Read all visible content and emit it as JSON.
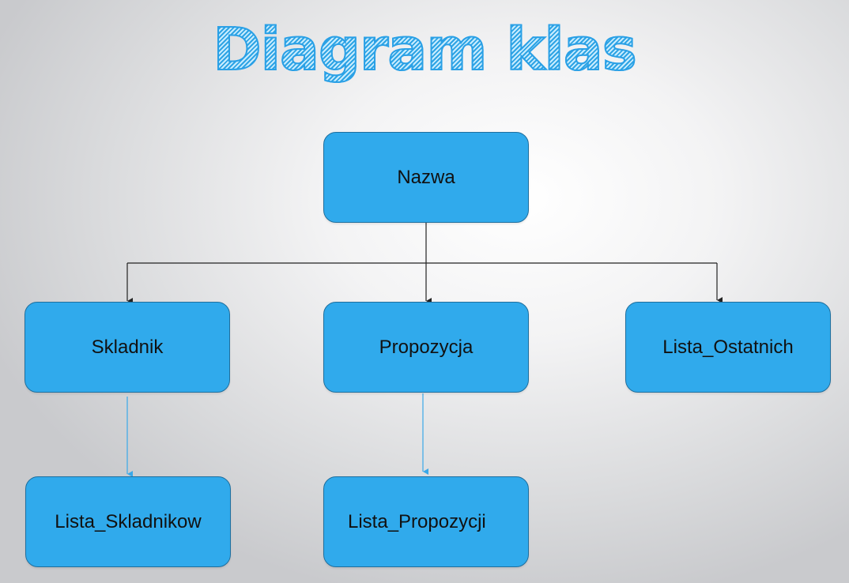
{
  "slide": {
    "title": "Diagram klas"
  },
  "diagram": {
    "nodes": {
      "nazwa": "Nazwa",
      "skladnik": "Skladnik",
      "propozycja": "Propozycja",
      "lista_ostatnich": "Lista_Ostatnich",
      "lista_skladnikow": "Lista_Skladnikow",
      "lista_propozycji": "Lista_Propozycji"
    },
    "edges": [
      {
        "from": "Nazwa",
        "to": "Skladnik"
      },
      {
        "from": "Nazwa",
        "to": "Propozycja"
      },
      {
        "from": "Nazwa",
        "to": "Lista_Ostatnich"
      },
      {
        "from": "Skladnik",
        "to": "Lista_Skladnikow"
      },
      {
        "from": "Propozycja",
        "to": "Lista_Propozycji"
      }
    ]
  },
  "colors": {
    "node_fill": "#30aaec",
    "node_border": "#1f6f9e",
    "title": "#2aa0e6",
    "primary_connector": "#222222",
    "secondary_connector": "#3aa8e8"
  }
}
